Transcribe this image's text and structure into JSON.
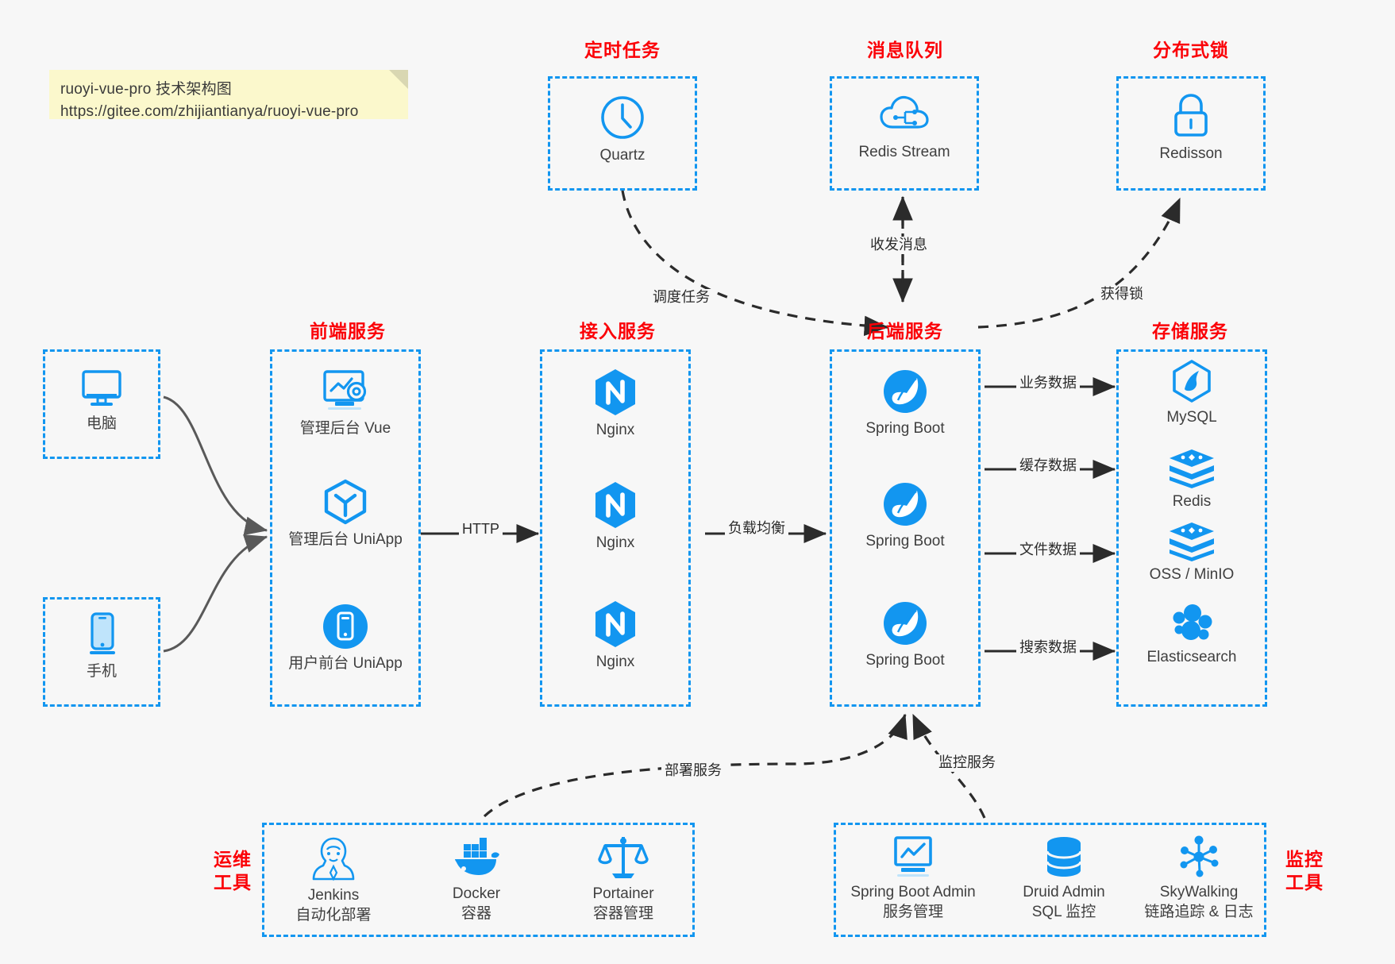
{
  "note": {
    "line1": "ruoyi-vue-pro 技术架构图",
    "line2": "https://gitee.com/zhijiantianya/ruoyi-vue-pro"
  },
  "colors": {
    "accent_blue": "#1296f0",
    "title_red": "#fb0007",
    "note_bg": "#fbf8cc",
    "background": "#f7f7f7",
    "text": "#3f3f3f",
    "edge": "#2b2b2b",
    "device_edge": "#595959"
  },
  "groups": {
    "scheduler": {
      "title": "定时任务",
      "nodes": [
        {
          "label": "Quartz",
          "icon": "clock-icon"
        }
      ]
    },
    "message_queue": {
      "title": "消息队列",
      "nodes": [
        {
          "label": "Redis Stream",
          "icon": "cloud-stream-icon"
        }
      ]
    },
    "distributed_lock": {
      "title": "分布式锁",
      "nodes": [
        {
          "label": "Redisson",
          "icon": "lock-icon"
        }
      ]
    },
    "clients": {
      "nodes": [
        {
          "label": "电脑",
          "icon": "desktop-icon"
        },
        {
          "label": "手机",
          "icon": "mobile-icon"
        }
      ]
    },
    "frontend": {
      "title": "前端服务",
      "nodes": [
        {
          "label": "管理后台 Vue",
          "icon": "dashboard-vue-icon"
        },
        {
          "label": "管理后台 UniApp",
          "icon": "uniapp-hex-icon"
        },
        {
          "label": "用户前台 UniApp",
          "icon": "mobile-circle-icon"
        }
      ]
    },
    "gateway": {
      "title": "接入服务",
      "nodes": [
        {
          "label": "Nginx",
          "icon": "nginx-icon"
        },
        {
          "label": "Nginx",
          "icon": "nginx-icon"
        },
        {
          "label": "Nginx",
          "icon": "nginx-icon"
        }
      ]
    },
    "backend": {
      "title": "后端服务",
      "nodes": [
        {
          "label": "Spring Boot",
          "icon": "spring-boot-icon"
        },
        {
          "label": "Spring Boot",
          "icon": "spring-boot-icon"
        },
        {
          "label": "Spring Boot",
          "icon": "spring-boot-icon"
        }
      ]
    },
    "storage": {
      "title": "存储服务",
      "nodes": [
        {
          "label": "MySQL",
          "icon": "mysql-icon"
        },
        {
          "label": "Redis",
          "icon": "redis-icon"
        },
        {
          "label": "OSS / MinIO",
          "icon": "oss-minio-icon"
        },
        {
          "label": "Elasticsearch",
          "icon": "elasticsearch-icon"
        }
      ]
    },
    "devops": {
      "title_line1": "运维",
      "title_line2": "工具",
      "nodes": [
        {
          "label": "Jenkins",
          "sub": "自动化部署",
          "icon": "jenkins-icon"
        },
        {
          "label": "Docker",
          "sub": "容器",
          "icon": "docker-icon"
        },
        {
          "label": "Portainer",
          "sub": "容器管理",
          "icon": "portainer-icon"
        }
      ]
    },
    "monitoring": {
      "title_line1": "监控",
      "title_line2": "工具",
      "nodes": [
        {
          "label": "Spring Boot Admin",
          "sub": "服务管理",
          "icon": "monitor-chart-icon"
        },
        {
          "label": "Druid Admin",
          "sub": "SQL 监控",
          "icon": "database-icon"
        },
        {
          "label": "SkyWalking",
          "sub": "链路追踪 & 日志",
          "icon": "skywalking-icon"
        }
      ]
    }
  },
  "edges": [
    {
      "id": "http",
      "label": "HTTP"
    },
    {
      "id": "load-balance",
      "label": "负载均衡"
    },
    {
      "id": "schedule-task",
      "label": "调度任务"
    },
    {
      "id": "send-receive-message",
      "label": "收发消息"
    },
    {
      "id": "acquire-lock",
      "label": "获得锁"
    },
    {
      "id": "business-data",
      "label": "业务数据"
    },
    {
      "id": "cache-data",
      "label": "缓存数据"
    },
    {
      "id": "file-data",
      "label": "文件数据"
    },
    {
      "id": "search-data",
      "label": "搜索数据"
    },
    {
      "id": "deploy-service",
      "label": "部署服务"
    },
    {
      "id": "monitor-service",
      "label": "监控服务"
    }
  ]
}
